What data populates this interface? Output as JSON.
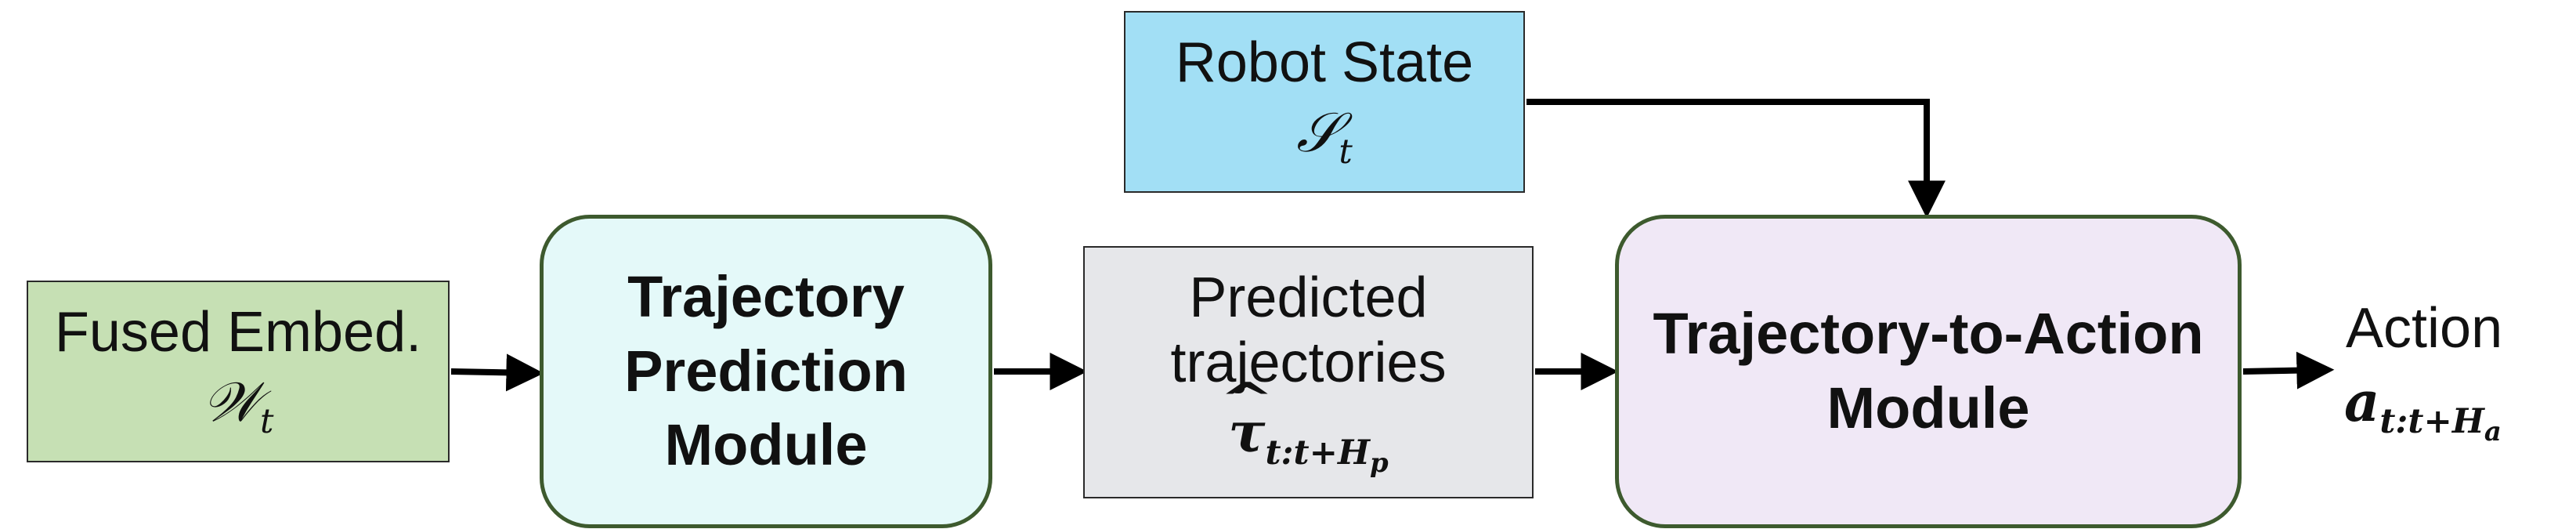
{
  "nodes": {
    "fused_embed": {
      "title": "Fused Embed.",
      "symbol_base": "𝒲",
      "symbol_sub": "t"
    },
    "robot_state": {
      "title": "Robot State",
      "symbol_base": "𝒮",
      "symbol_sub": "t"
    },
    "trajectory_prediction": {
      "line1": "Trajectory",
      "line2": "Prediction",
      "line3": "Module"
    },
    "predicted_trajectories": {
      "line1": "Predicted",
      "line2": "trajectories",
      "symbol_base": "τ",
      "symbol_sub": "t:t+H",
      "symbol_subsub": "p"
    },
    "trajectory_to_action": {
      "line1": "Trajectory-to-Action",
      "line2": "Module"
    },
    "action": {
      "title": "Action",
      "symbol_base": "a",
      "symbol_sub": "t:t+H",
      "symbol_subsub": "a"
    }
  },
  "edges": [
    {
      "from": "fused_embed",
      "to": "trajectory_prediction"
    },
    {
      "from": "trajectory_prediction",
      "to": "predicted_trajectories"
    },
    {
      "from": "predicted_trajectories",
      "to": "trajectory_to_action"
    },
    {
      "from": "robot_state",
      "to": "trajectory_to_action"
    },
    {
      "from": "trajectory_to_action",
      "to": "action"
    }
  ],
  "colors": {
    "fused_embed_fill": "#c6e0b4",
    "robot_state_fill": "#a2dff5",
    "trajectory_prediction_fill": "#e4f9f9",
    "predicted_trajectories_fill": "#e6e7ea",
    "trajectory_to_action_fill": "#f0e8f6",
    "module_border": "#3d5a2e",
    "arrow": "#000000"
  }
}
